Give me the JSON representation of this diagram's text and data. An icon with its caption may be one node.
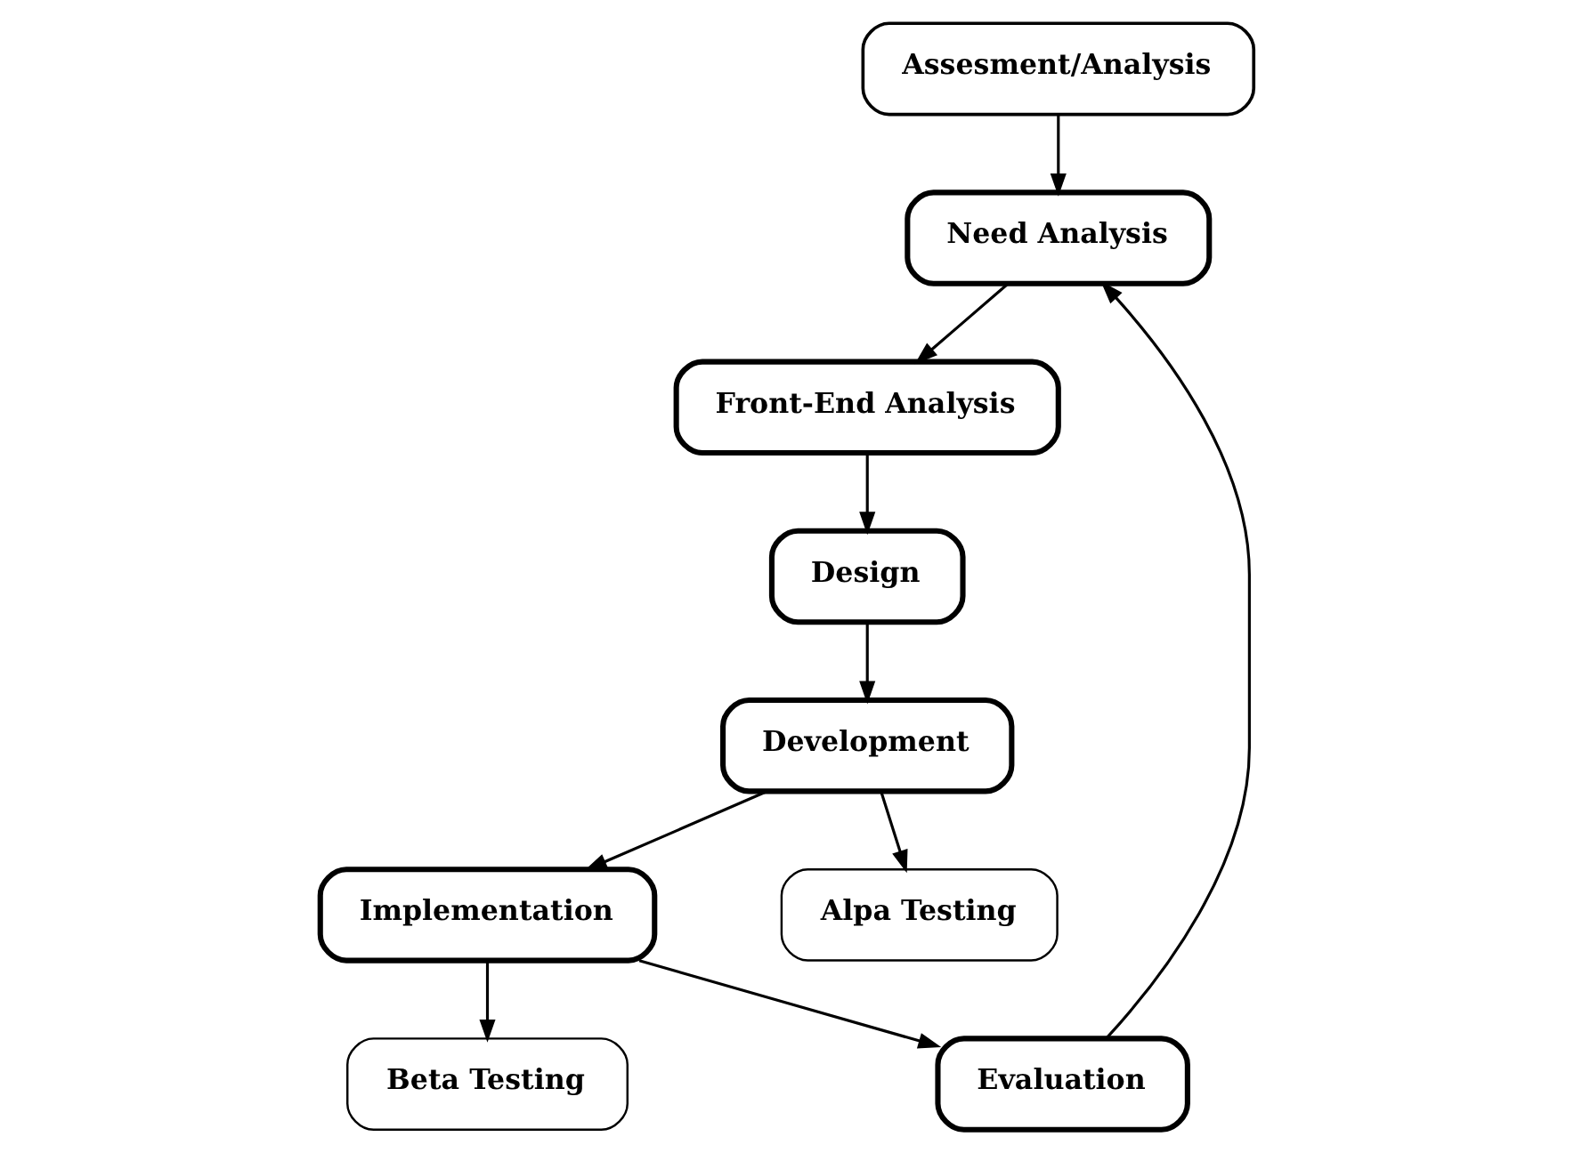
{
  "diagram": {
    "nodes": [
      {
        "text": [
          "Assesment/Analysis"
        ]
      },
      {
        "text": [
          "Need Analysis"
        ]
      },
      {
        "text": [
          "Front-End Analysis"
        ]
      },
      {
        "text": [
          "Design"
        ]
      },
      {
        "text": [
          "Development"
        ]
      },
      {
        "text": [
          "Implementation"
        ]
      },
      {
        "text": [
          "Evaluation"
        ]
      },
      {
        "text": [
          "Beta Testing"
        ]
      },
      {
        "text": [
          "Alpa Testing"
        ]
      }
    ],
    "edges": [
      {
        "from": 0,
        "to": 1,
        "arrow": "to"
      },
      {
        "from": 1,
        "to": 2,
        "arrow": "to"
      },
      {
        "from": 2,
        "to": 3,
        "arrow": "to"
      },
      {
        "from": 3,
        "to": 4,
        "arrow": "to"
      },
      {
        "from": 4,
        "to": 5,
        "arrow": "to"
      },
      {
        "from": 5,
        "to": 6,
        "arrow": "to"
      },
      {
        "from": 6,
        "to": 1,
        "arrow": "to"
      },
      {
        "from": 5,
        "to": 7,
        "arrow": "to"
      },
      {
        "from": 4,
        "to": 8,
        "arrow": "to"
      }
    ]
  }
}
